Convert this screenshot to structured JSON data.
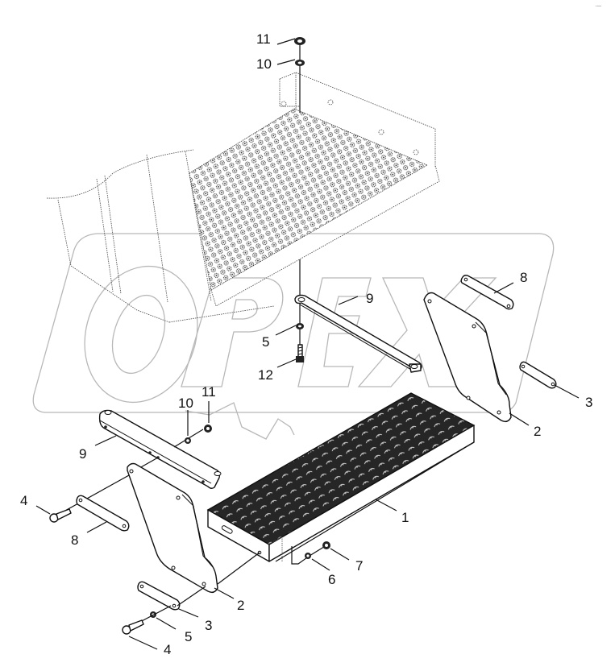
{
  "diagram": {
    "type": "exploded-parts-diagram",
    "subject": "step assembly",
    "watermark": "OPEX",
    "corner_mark": "·—",
    "callouts": [
      {
        "id": "c-11-top",
        "label": "11",
        "part": "nut (top)"
      },
      {
        "id": "c-10-top",
        "label": "10",
        "part": "washer (top)"
      },
      {
        "id": "c-9-upper",
        "label": "9",
        "part": "bracket bar (upper)"
      },
      {
        "id": "c-5-upper",
        "label": "5",
        "part": "washer (upper)"
      },
      {
        "id": "c-12",
        "label": "12",
        "part": "bolt"
      },
      {
        "id": "c-8-right",
        "label": "8",
        "part": "strap plate (right)"
      },
      {
        "id": "c-3-right",
        "label": "3",
        "part": "strap plate (right lower)"
      },
      {
        "id": "c-2-right",
        "label": "2",
        "part": "side hanger plate (right)"
      },
      {
        "id": "c-10-mid",
        "label": "10",
        "part": "washer (middle)"
      },
      {
        "id": "c-11-mid",
        "label": "11",
        "part": "nut (middle)"
      },
      {
        "id": "c-9-lower",
        "label": "9",
        "part": "bracket bar (lower)"
      },
      {
        "id": "c-1",
        "label": "1",
        "part": "step tread"
      },
      {
        "id": "c-4-left",
        "label": "4",
        "part": "bolt (left)"
      },
      {
        "id": "c-8-left",
        "label": "8",
        "part": "strap plate (left)"
      },
      {
        "id": "c-7",
        "label": "7",
        "part": "nut"
      },
      {
        "id": "c-6",
        "label": "6",
        "part": "washer"
      },
      {
        "id": "c-2-left",
        "label": "2",
        "part": "side hanger plate (left)"
      },
      {
        "id": "c-3-left",
        "label": "3",
        "part": "strap plate (left lower)"
      },
      {
        "id": "c-5-lower",
        "label": "5",
        "part": "washer (lower)"
      },
      {
        "id": "c-4-lower",
        "label": "4",
        "part": "bolt (lower)"
      }
    ]
  },
  "colors": {
    "background": "#ffffff",
    "line": "#111111",
    "watermark": "#b8b8b8",
    "tread": "#2a2a2a"
  }
}
